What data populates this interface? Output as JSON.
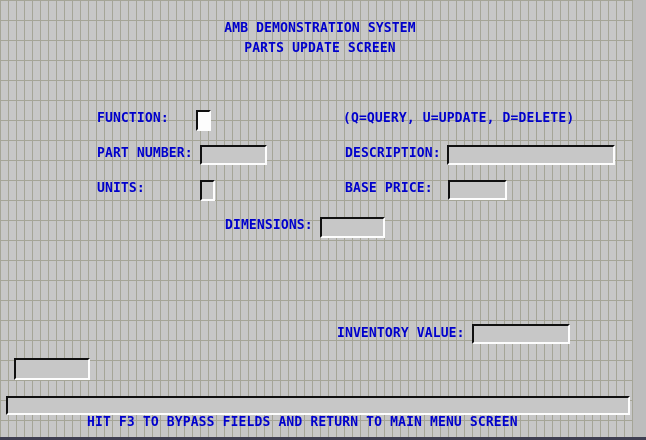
{
  "window": {
    "title_line1": "AMB DEMONSTRATION SYSTEM",
    "title_line2": "PARTS UPDATE SCREEN"
  },
  "form": {
    "function_field": {
      "label": "FUNCTION:",
      "value": "",
      "hint": "(Q=QUERY, U=UPDATE, D=DELETE)"
    },
    "part_number_field": {
      "label": "PART NUMBER:",
      "value": ""
    },
    "description_field": {
      "label": "DESCRIPTION:",
      "value": ""
    },
    "units_field": {
      "label": "UNITS:",
      "value": ""
    },
    "base_price_field": {
      "label": "BASE PRICE:",
      "value": ""
    },
    "dimensions_field": {
      "label": "DIMENSIONS:",
      "value": ""
    },
    "inventory_value_field": {
      "label": "INVENTORY VALUE:",
      "value": ""
    },
    "unlabeled_left_field": {
      "value": ""
    },
    "message_field": {
      "value": ""
    }
  },
  "footer": {
    "instruction": "HIT F3 TO BYPASS FIELDS AND RETURN TO MAIN MENU SCREEN"
  },
  "colors": {
    "label_text": "#0000cc",
    "grid_line": "#a5a597",
    "grid_cell": "#c7c7c7",
    "active_field_fill": "#fdfdfd",
    "bottom_strip": "#3f3f52"
  }
}
